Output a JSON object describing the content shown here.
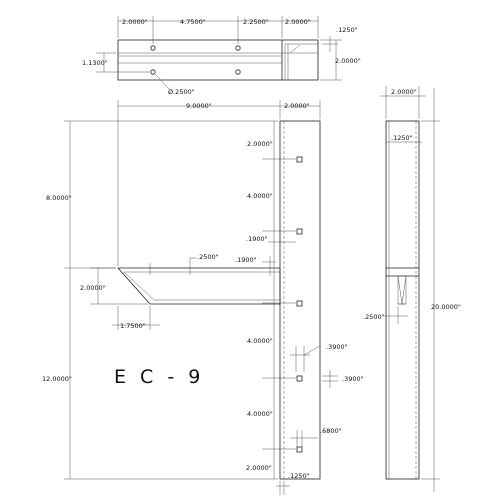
{
  "drawing": {
    "title": "E C - 9",
    "top_view": {
      "d_2_left": "2.0000\"",
      "d_4_75": "4.7500\"",
      "d_2_25": "2.2500\"",
      "d_2_right": "2.0000\"",
      "d_125": ".1250\"",
      "d_1_13": "1.1300\"",
      "d_2_height": "2.0000\"",
      "d_hole": "Ø.2500\""
    },
    "front_view": {
      "d_9": "9.0000\"",
      "d_2_top": "2.0000\"",
      "d_8": "8.0000\"",
      "d_12": "12.0000\"",
      "d_2_a": "2.0000\"",
      "d_4_a": "4.0000\"",
      "d_19_a": ".1900\"",
      "d_25": ".2500\"",
      "d_19_b": ".1900\"",
      "d_2_arm": "2.0000\"",
      "d_1_75": "1.7500\"",
      "d_4_b": "4.0000\"",
      "d_39_a": ".3900\"",
      "d_39_b": ".3900\"",
      "d_4_c": "4.0000\"",
      "d_68": ".6800\"",
      "d_2_bottom": "2.0000\"",
      "d_125_bottom": ".1250\""
    },
    "side_view": {
      "d_2_top": "2.0000\"",
      "d_125": ".1250\"",
      "d_25": ".2500\"",
      "d_20": "20.0000\""
    }
  }
}
